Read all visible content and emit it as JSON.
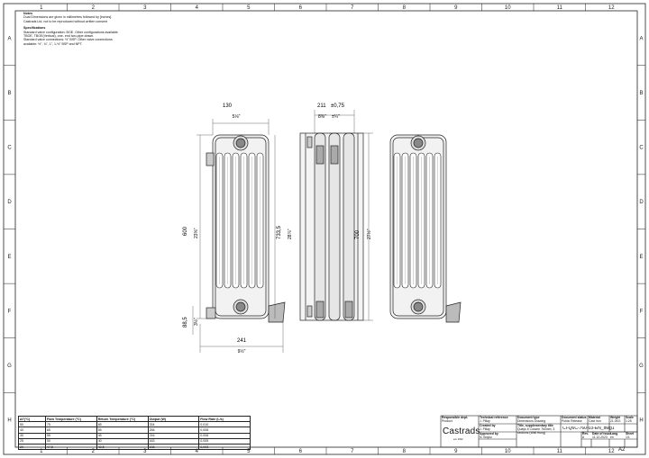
{
  "grid": {
    "cols": [
      "1",
      "2",
      "3",
      "4",
      "5",
      "6",
      "7",
      "8",
      "9",
      "10",
      "11",
      "12"
    ],
    "rows": [
      "A",
      "B",
      "C",
      "D",
      "E",
      "F",
      "G",
      "H"
    ]
  },
  "notes": {
    "title": "Notes",
    "lines": [
      "Dual Dimensions are given in millimetres followed by [inches].",
      "Castrads Ltd, not to be reproduced without written consent"
    ],
    "spec_title": "Specifications",
    "spec_lines": [
      "Standard valve configuration: BOE. Other configurations available.",
      "TBOE, TBOE(Vertical), one- end two-pipe drawn.",
      "Standard valve connections: ½\" BSP. Other valve connections",
      "available: ½\", ¾\", 1\", 1-½\" BSP and NPT."
    ]
  },
  "dims": {
    "front_width_mm": "130",
    "front_width_in": "5⅛\"",
    "front_height_mm": "600",
    "front_height_in": "23⅝\"",
    "front_total_mm": "733,5",
    "front_total_in": "28⅞\"",
    "front_foot_mm": "88,5",
    "front_foot_in": "3½\"",
    "front_depth_mm": "241",
    "front_depth_in": "9½\"",
    "side_width_mm": "211",
    "side_tol": "±0,75",
    "side_width_in": "8⅜\"",
    "side_tol_in": "±¼\"",
    "side_height_mm": "700",
    "side_height_in": "27½\""
  },
  "flow_table": {
    "headers": [
      "ΔT(°C)",
      "Flow Temperature (°C)",
      "Return Temperature (°C)",
      "Output (W)",
      "Flow Rate (L/s)"
    ],
    "rows": [
      [
        "50",
        "75",
        "65",
        "334",
        "0,010"
      ],
      [
        "40",
        "65",
        "55",
        "258",
        "0,008"
      ],
      [
        "30",
        "55",
        "45",
        "216",
        "0,006"
      ],
      [
        "25",
        "50",
        "40",
        "163",
        "0,005"
      ],
      [
        "20",
        "47,5",
        "42,5",
        "108",
        "0,003"
      ]
    ]
  },
  "title_block": {
    "responsible_dept_label": "Responsible dept.",
    "responsible_dept": "Product",
    "technical_ref_label": "Technical reference",
    "technical_ref": "J. Pillay",
    "created_by_label": "Created by",
    "created_by": "J. Pillay",
    "approved_by_label": "Approved by",
    "approved_by": "N. Boyko",
    "doc_type_label": "Document type",
    "doc_type": "Dimensions Drawing",
    "doc_status_label": "Document status",
    "doc_status": "Public Release",
    "material_label": "Material",
    "material": "Cast Iron",
    "weight_label": "Weight",
    "weight": "21.0KG",
    "scale_label": "Scale",
    "scale": "1:25",
    "title_label": "Title, supplementary title",
    "title": "Quays 6 Column 760mm, 3 sections (Wall Hung)",
    "drawing_no": "CI-Q6C-760-03-EN_dwg1",
    "rev_label": "Rev.",
    "rev": "A",
    "date_label": "Date of issue",
    "date": "11.12.2023",
    "lang_label": "Lang.",
    "lang": "en",
    "sheet_label": "Sheet",
    "sheet": "1/1",
    "size": "A2",
    "brand": "Castrads",
    "brand_sub": "est. 2002"
  }
}
